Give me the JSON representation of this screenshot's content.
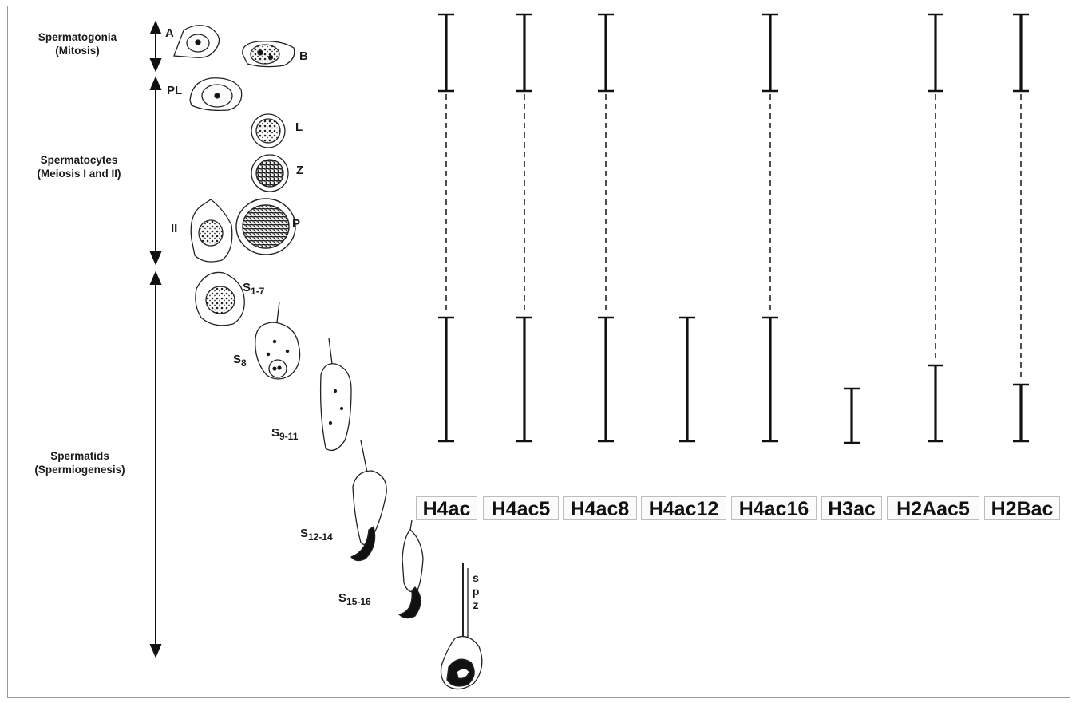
{
  "phases": [
    {
      "name": "Spermatogonia",
      "sub": "(Mitosis)"
    },
    {
      "name": "Spermatocytes",
      "sub": "(Meiosis I and II)"
    },
    {
      "name": "Spermatids",
      "sub": "(Spermiogenesis)"
    }
  ],
  "stages": {
    "A": "A",
    "B": "B",
    "PL": "PL",
    "L": "L",
    "Z": "Z",
    "P": "P",
    "II": "II",
    "s1_main": "S",
    "s1_sub": "1-7",
    "s8_main": "S",
    "s8_sub": "8",
    "s9_main": "S",
    "s9_sub": "9-11",
    "s12_main": "S",
    "s12_sub": "12-14",
    "s15_main": "S",
    "s15_sub": "15-16",
    "spz": [
      "s",
      "p",
      "z"
    ]
  },
  "markers": [
    {
      "label": "H4ac",
      "spans": [
        {
          "from": "A",
          "to": "PL",
          "style": "solid"
        },
        {
          "from": "PL",
          "to": "S1-7",
          "style": "dashed"
        },
        {
          "from": "S1-7",
          "to": "S9-11",
          "style": "solid"
        }
      ]
    },
    {
      "label": "H4ac5",
      "spans": [
        {
          "from": "A",
          "to": "PL",
          "style": "solid"
        },
        {
          "from": "PL",
          "to": "S1-7",
          "style": "dashed"
        },
        {
          "from": "S1-7",
          "to": "S9-11",
          "style": "solid"
        }
      ]
    },
    {
      "label": "H4ac8",
      "spans": [
        {
          "from": "A",
          "to": "PL",
          "style": "solid"
        },
        {
          "from": "PL",
          "to": "S1-7",
          "style": "dashed"
        },
        {
          "from": "S1-7",
          "to": "S9-11",
          "style": "solid"
        }
      ]
    },
    {
      "label": "H4ac12",
      "spans": [
        {
          "from": "S1-7",
          "to": "S9-11",
          "style": "solid"
        }
      ]
    },
    {
      "label": "H4ac16",
      "spans": [
        {
          "from": "A",
          "to": "PL",
          "style": "solid"
        },
        {
          "from": "PL",
          "to": "S1-7",
          "style": "dashed"
        },
        {
          "from": "S1-7",
          "to": "S9-11",
          "style": "solid"
        }
      ]
    },
    {
      "label": "H3ac",
      "spans": [
        {
          "from": "S8",
          "to": "S9-11",
          "style": "solid"
        }
      ]
    },
    {
      "label": "H2Aac5",
      "spans": [
        {
          "from": "A",
          "to": "PL",
          "style": "solid"
        },
        {
          "from": "PL",
          "to": "S8",
          "style": "dashed"
        },
        {
          "from": "S8",
          "to": "S9-11",
          "style": "solid"
        }
      ]
    },
    {
      "label": "H2Bac",
      "spans": [
        {
          "from": "A",
          "to": "PL",
          "style": "solid"
        },
        {
          "from": "PL",
          "to": "S8",
          "style": "dashed"
        },
        {
          "from": "S8",
          "to": "S9-11",
          "style": "solid"
        }
      ]
    }
  ]
}
